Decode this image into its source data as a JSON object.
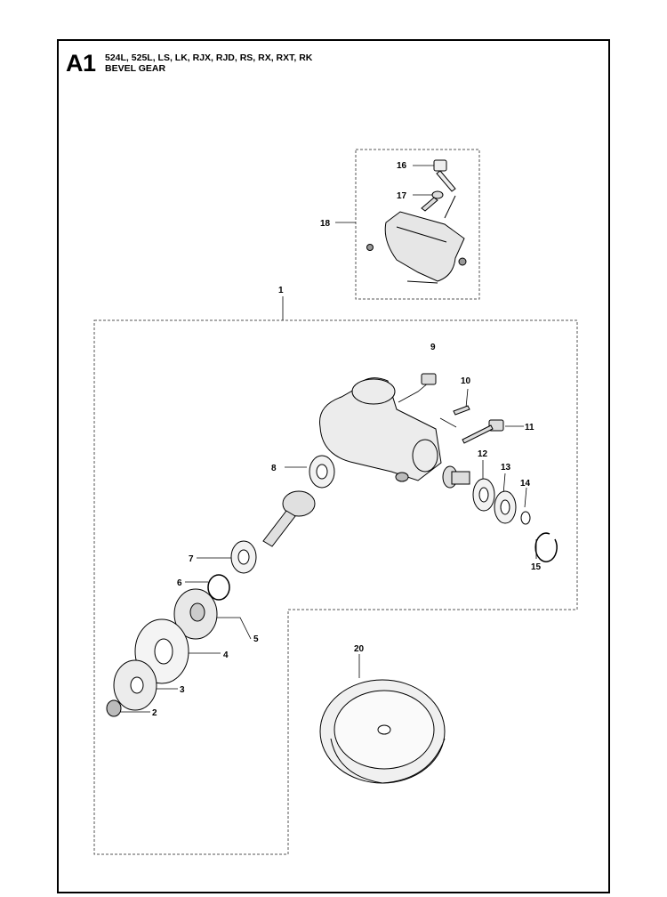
{
  "header": {
    "section": "A1",
    "models": "524L, 525L, LS, LK, RJX, RJD, RS, RX, RXT, RK",
    "title": "BEVEL GEAR"
  },
  "callouts": [
    "1",
    "2",
    "3",
    "4",
    "5",
    "6",
    "7",
    "8",
    "9",
    "10",
    "11",
    "12",
    "13",
    "14",
    "15",
    "16",
    "17",
    "18",
    "20"
  ]
}
